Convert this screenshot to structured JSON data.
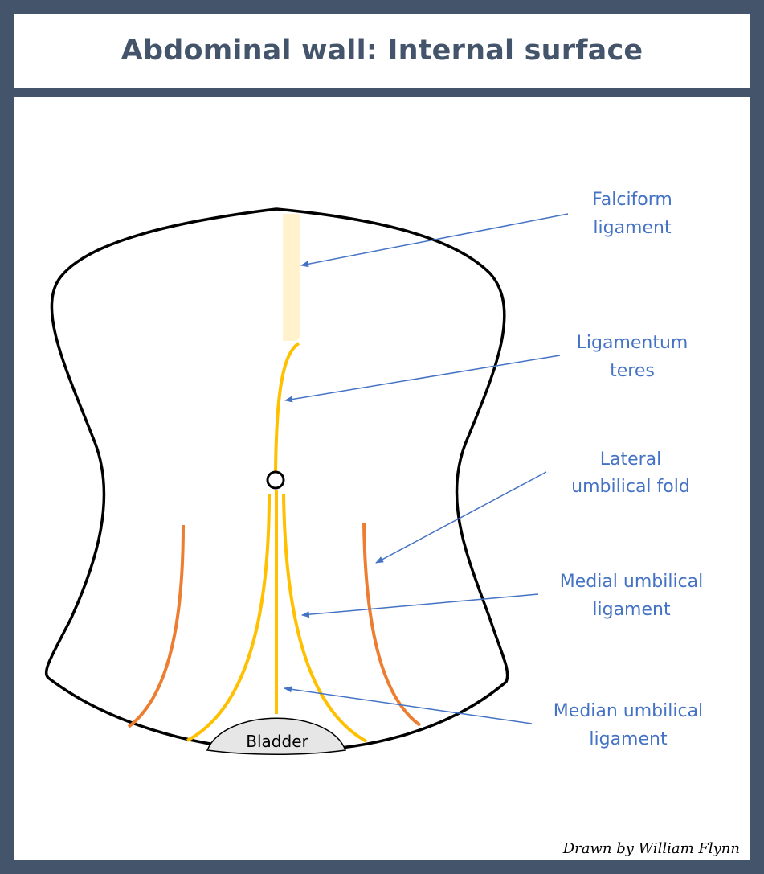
{
  "title": "Abdominal wall: Internal surface",
  "credit": "Drawn by William Flynn",
  "bladder_label": "Bladder",
  "labels": {
    "falciform": [
      "Falciform",
      "ligament"
    ],
    "teres": [
      "Ligamentum",
      "teres"
    ],
    "lateral": [
      "Lateral",
      "umbilical fold"
    ],
    "medial": [
      "Medial umbilical",
      "ligament"
    ],
    "median": [
      "Median umbilical",
      "ligament"
    ]
  },
  "colors": {
    "frame": "#44546a",
    "label": "#4472c4",
    "falciform": "#fff2cc",
    "teres": "#ffc000",
    "lateral_fold": "#ed7d31",
    "bladder": "#e7e6e6"
  }
}
